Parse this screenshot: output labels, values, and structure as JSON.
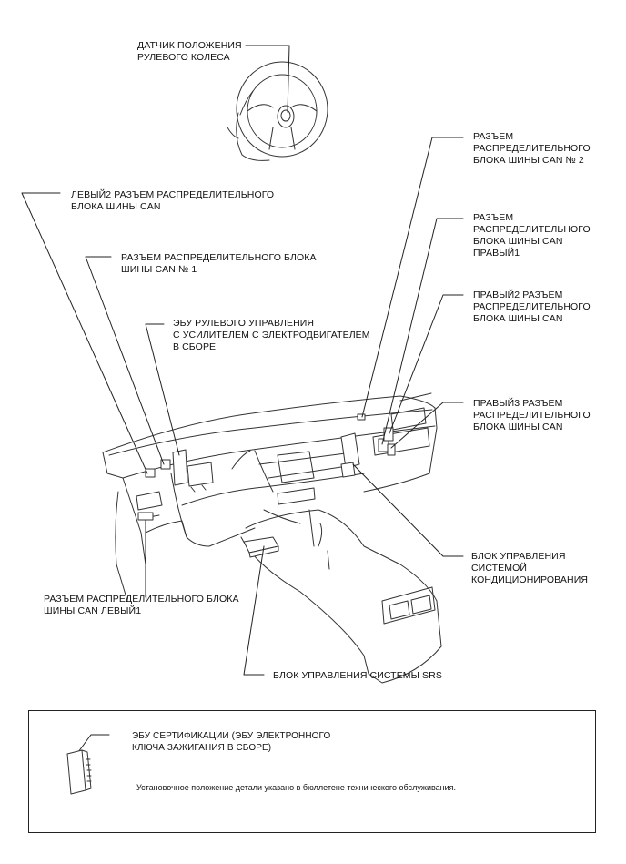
{
  "labels": {
    "steering_sensor": "ДАТЧИК ПОЛОЖЕНИЯ\nРУЛЕВОГО КОЛЕСА",
    "can_junction_2": "РАЗЪЕМ\nРАСПРЕДЕЛИТЕЛЬНОГО\nБЛОКА ШИНЫ CAN № 2",
    "left2_connector": "ЛЕВЫЙ2 РАЗЪЕМ РАСПРЕДЕЛИТЕЛЬНОГО\nБЛОКА ШИНЫ CAN",
    "right1_connector": "РАЗЪЕМ\nРАСПРЕДЕЛИТЕЛЬНОГО\nБЛОКА ШИНЫ CAN\nПРАВЫЙ1",
    "can_junction_1": "РАЗЪЕМ РАСПРЕДЕЛИТЕЛЬНОГО БЛОКА\nШИНЫ CAN № 1",
    "right2_connector": "ПРАВЫЙ2 РАЗЪЕМ\nРАСПРЕДЕЛИТЕЛЬНОГО\nБЛОКА ШИНЫ CAN",
    "eps_ecu": "ЭБУ РУЛЕВОГО УПРАВЛЕНИЯ\nС УСИЛИТЕЛЕМ С ЭЛЕКТРОДВИГАТЕЛЕМ\nВ СБОРЕ",
    "right3_connector": "ПРАВЫЙ3 РАЗЪЕМ\nРАСПРЕДЕЛИТЕЛЬНОГО\nБЛОКА ШИНЫ CAN",
    "ac_unit": "БЛОК УПРАВЛЕНИЯ\nСИСТЕМОЙ\nКОНДИЦИОНИРОВАНИЯ",
    "left1_connector": "РАЗЪЕМ РАСПРЕДЕЛИТЕЛЬНОГО БЛОКА\nШИНЫ CAN ЛЕВЫЙ1",
    "srs_unit": "БЛОК УПРАВЛЕНИЯ СИСТЕМЫ SRS"
  },
  "note_box": {
    "ecu_label": "ЭБУ СЕРТИФИКАЦИИ (ЭБУ ЭЛЕКТРОННОГО\nКЛЮЧА ЗАЖИГАНИЯ В СБОРЕ)",
    "note": "Установочное положение детали указано в бюллетене технического обслуживания."
  }
}
